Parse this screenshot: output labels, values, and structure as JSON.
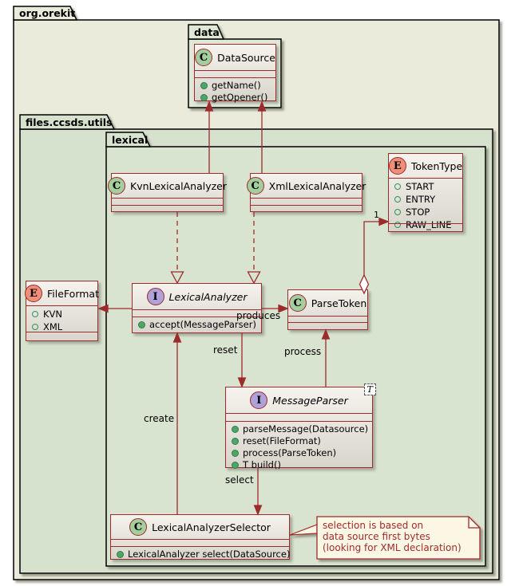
{
  "packages": {
    "org_orekit": {
      "label": "org.orekit"
    },
    "data": {
      "label": "data"
    },
    "files_ccsds_utils": {
      "label": "files.ccsds.utils"
    },
    "lexical": {
      "label": "lexical"
    }
  },
  "classes": {
    "datasource": {
      "badge": "C",
      "name": "DataSource",
      "methods": [
        "getName()",
        "getOpener()"
      ]
    },
    "kvn": {
      "badge": "C",
      "name": "KvnLexicalAnalyzer"
    },
    "xml": {
      "badge": "C",
      "name": "XmlLexicalAnalyzer"
    },
    "tokentype": {
      "badge": "E",
      "name": "TokenType",
      "fields": [
        "START",
        "ENTRY",
        "STOP",
        "RAW_LINE"
      ]
    },
    "fileformat": {
      "badge": "E",
      "name": "FileFormat",
      "fields": [
        "KVN",
        "XML"
      ]
    },
    "lexicalanalyzer": {
      "badge": "I",
      "name": "LexicalAnalyzer",
      "methods": [
        "accept(MessageParser)"
      ]
    },
    "parsetoken": {
      "badge": "C",
      "name": "ParseToken"
    },
    "messageparser": {
      "badge": "I",
      "name": "MessageParser",
      "generic": "T",
      "methods": [
        "parseMessage(Datasource)",
        "reset(FileFormat)",
        "process(ParseToken)",
        "T build()"
      ]
    },
    "selector": {
      "badge": "C",
      "name": "LexicalAnalyzerSelector",
      "methods": [
        "LexicalAnalyzer select(DataSource)"
      ]
    }
  },
  "edge_labels": {
    "produces": "produces",
    "reset": "reset",
    "process": "process",
    "create": "create",
    "select": "select",
    "multiplicity_one": "1"
  },
  "note": {
    "lines": [
      "selection is based on",
      "data source first bytes",
      "(looking for XML declaration)"
    ]
  },
  "colors": {
    "line_maroon": "#9D2B2B",
    "pkg_cream": "#EBEBDB",
    "pkg_green": "#D6E1CE",
    "note_cream": "#FCF7E4",
    "badge_class_green": "#A5CE9E",
    "badge_enum_salmon": "#EF8E7A",
    "badge_interface_purple": "#AFA2DB"
  }
}
